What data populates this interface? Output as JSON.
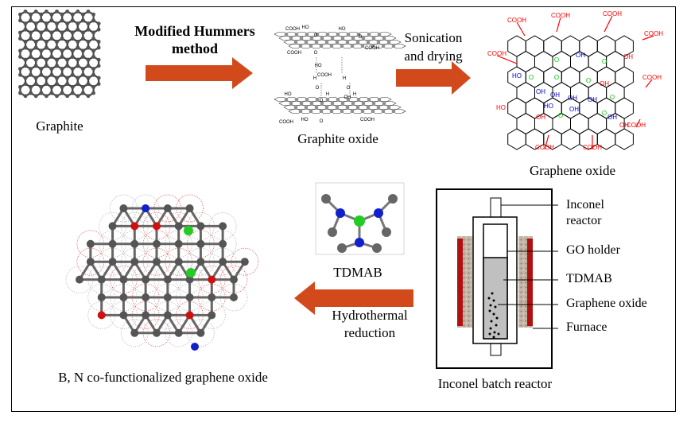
{
  "steps": {
    "graphite": "Graphite",
    "hummers": [
      "Modified Hummers",
      "method"
    ],
    "graphite_oxide": "Graphite oxide",
    "sonication": [
      "Sonication",
      "and drying"
    ],
    "graphene_oxide": "Graphene oxide",
    "tdmab": "TDMAB",
    "hydrothermal": [
      "Hydrothermal",
      "reduction"
    ],
    "bn_go": "B, N co-functionalized graphene oxide",
    "reactor_title": "Inconel batch reactor"
  },
  "reactor_labels": [
    "Inconel",
    "reactor",
    "GO holder",
    "TDMAB",
    "Graphene oxide",
    "Furnace"
  ],
  "graphite_oxide_groups": [
    "COOH",
    "HO",
    "O",
    "HO",
    "O",
    "COOH",
    "COOH",
    "O",
    "HO",
    "COOH",
    "H",
    "O",
    "H",
    "H",
    "O",
    "H",
    "HO",
    "O",
    "OH",
    "COOH",
    "HO",
    "O",
    "COOH"
  ],
  "graphene_oxide_groups": [
    "O",
    "OH",
    "O",
    "OH",
    "O",
    "OH",
    "O",
    "OH",
    "HO",
    "OH",
    "OH",
    "HO",
    "OH",
    "O",
    "OH",
    "HO",
    "O",
    "OH",
    "O",
    "OH",
    "O",
    "OH"
  ],
  "colors": {
    "arrow": "#D24A1C",
    "oxygen_group": "#FF0000",
    "hydroxyl": "#0000CC",
    "epoxide": "#00CC00",
    "furnace_heater": "#B01010",
    "furnace_insulation": "#B8A898",
    "tdmab_fill": "#C0C0C0",
    "carbon_atom": "#555555",
    "boron_atom": "#22CC22",
    "nitrogen_atom": "#1020CC"
  }
}
